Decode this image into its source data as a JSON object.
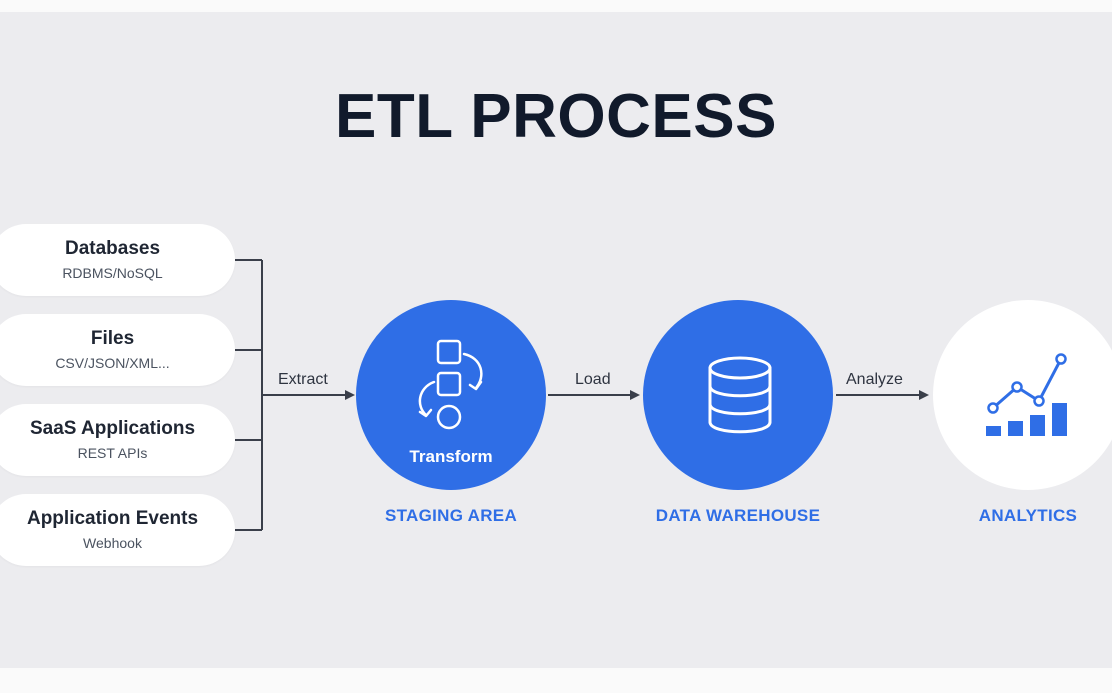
{
  "title": "ETL PROCESS",
  "sources": [
    {
      "name": "Databases",
      "sub": "RDBMS/NoSQL"
    },
    {
      "name": "Files",
      "sub": "CSV/JSON/XML..."
    },
    {
      "name": "SaaS Applications",
      "sub": "REST APIs"
    },
    {
      "name": "Application Events",
      "sub": "Webhook"
    }
  ],
  "edges": {
    "extract": "Extract",
    "load": "Load",
    "analyze": "Analyze"
  },
  "stages": {
    "staging": {
      "inner_label": "Transform",
      "caption": "STAGING AREA",
      "icon": "transform-icon"
    },
    "warehouse": {
      "caption": "DATA WAREHOUSE",
      "icon": "database-icon"
    },
    "analytics": {
      "caption": "ANALYTICS",
      "icon": "analytics-chart-icon"
    }
  },
  "colors": {
    "accent": "#2f6ee6",
    "title": "#111a2b",
    "background": "#ececef"
  }
}
